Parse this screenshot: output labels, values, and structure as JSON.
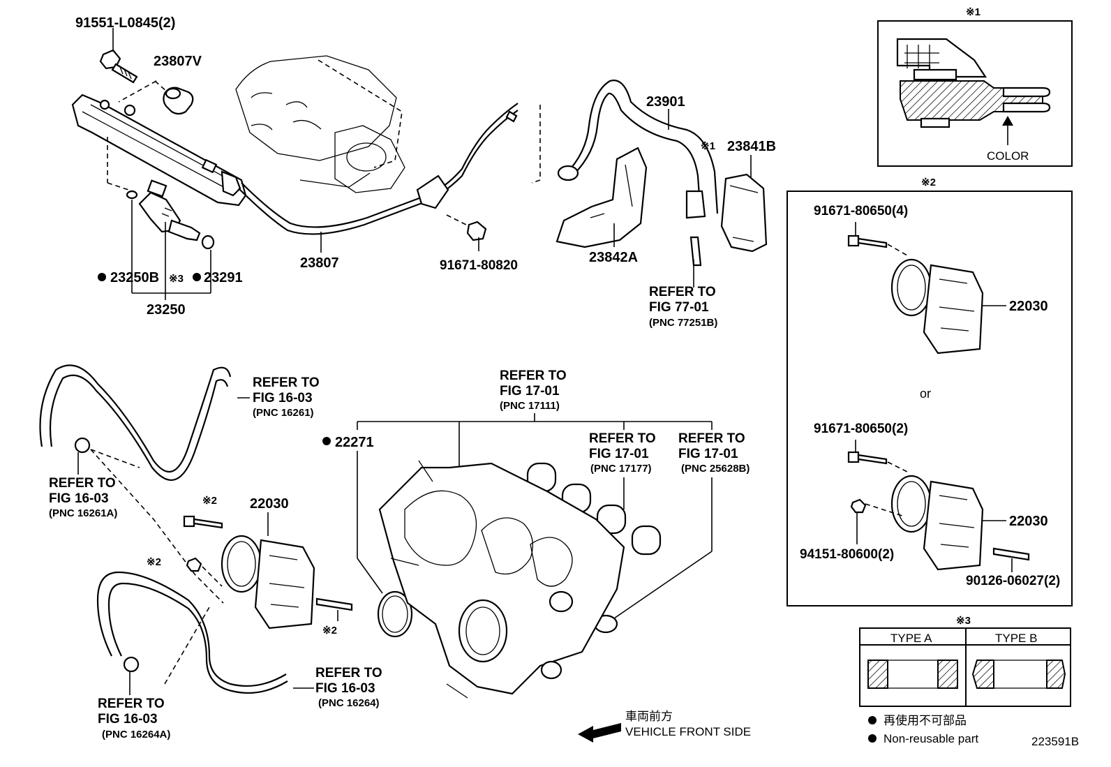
{
  "labels": {
    "bolt_top": "91551-L0845(2)",
    "spacer": "23807V",
    "fuel_pipe": "23807",
    "bolt_pipe": "91671-80820",
    "hose_23901": "23901",
    "mark1_small": "※1",
    "sensor": "23841B",
    "bracket": "23842A",
    "injector_ring": "23250B",
    "mark3_small": "※3",
    "injector_seal": "23291",
    "injector": "23250",
    "gasket_22271": "22271",
    "throttle_main": "22030"
  },
  "refer_blocks": {
    "fig77": [
      "REFER TO",
      "FIG 77-01",
      "(PNC 77251B)"
    ],
    "fig16_top": [
      "REFER TO",
      "FIG 16-03",
      "(PNC 16261)"
    ],
    "fig16_a": [
      "REFER TO",
      "FIG 16-03",
      "(PNC 16261A)"
    ],
    "fig17_a": [
      "REFER TO",
      "FIG 17-01",
      "(PNC 17111)"
    ],
    "fig17_b": [
      "REFER TO",
      "FIG 17-01",
      "(PNC 17177)"
    ],
    "fig17_c": [
      "REFER TO",
      "FIG 17-01",
      "(PNC 25628B)"
    ],
    "fig16_b": [
      "REFER TO",
      "FIG 16-03",
      "(PNC 16264)"
    ],
    "fig16_c": [
      "REFER TO",
      "FIG 16-03",
      "(PNC 16264A)"
    ]
  },
  "markers": {
    "mark2_a": "※2",
    "mark2_b": "※2",
    "mark2_c": "※2"
  },
  "inset1": {
    "mark": "※1",
    "color_label": "COLOR"
  },
  "inset2": {
    "mark": "※2",
    "bolt_4": "91671-80650(4)",
    "throttle_1": "22030",
    "or_text": "or",
    "bolt_2": "91671-80650(2)",
    "throttle_2": "22030",
    "nut": "94151-80600(2)",
    "stud": "90126-06027(2)"
  },
  "inset3": {
    "mark": "※3",
    "type_a": "TYPE A",
    "type_b": "TYPE B"
  },
  "legend": {
    "non_reusable_jp": "再使用不可部品",
    "non_reusable_en": "Non-reusable part"
  },
  "direction": {
    "jp": "車両前方",
    "en": "VEHICLE FRONT SIDE"
  },
  "figure_id": "223591B"
}
